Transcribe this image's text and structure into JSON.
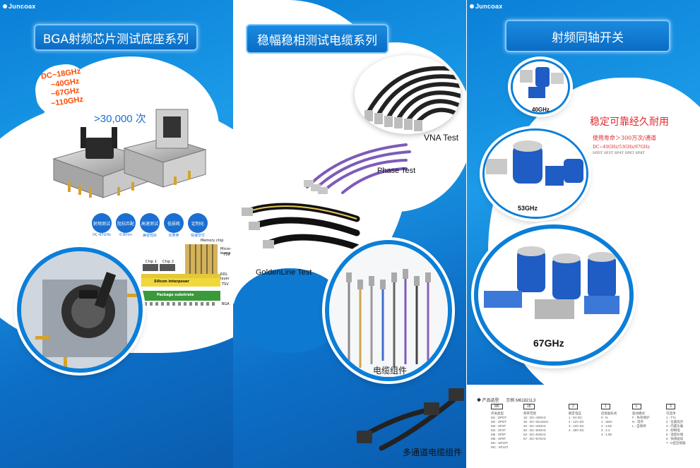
{
  "brand": "Juncoax",
  "panel1": {
    "title": "BGA射频芯片测试底座系列",
    "freq_lines": [
      "DC~18GHz",
      "~40GHz",
      "~67GHz",
      "~110GHz"
    ],
    "cycles": ">30,000 次",
    "tags": [
      {
        "label": "射频测试",
        "sub": "DC-67GHz"
      },
      {
        "label": "阻抗匹配",
        "sub": "0.8mm"
      },
      {
        "label": "高速测试",
        "sub": "兼容性好"
      },
      {
        "label": "低损耗",
        "sub": "长寿命"
      },
      {
        "label": "定制化",
        "sub": "快速交付"
      }
    ],
    "diagram": {
      "memory_chip": "Memory chip",
      "micro_bump": "Micro-bump",
      "tsv1": "TSV",
      "chip1": "Chip 1",
      "chip2": "Chip 2",
      "rdl_layer": "RDL layer",
      "silicon_interposer": "Silicon interposer",
      "tsv2": "TSV",
      "package_substrate": "Package substrate",
      "bga": "BGA"
    }
  },
  "panel2": {
    "title": "稳幅稳相测试电缆系列",
    "vna_test": "VNA Test",
    "phase_test": "Phase Test",
    "goldenline_test": "GoldenLine Test",
    "cable_assembly": "电缆组件",
    "multichannel": "多通道电缆组件"
  },
  "panel3": {
    "title": "射频同轴开关",
    "freq_40": "40GHz",
    "freq_53": "53GHz",
    "freq_67": "67GHz",
    "slogan": "稳定可靠经久耐用",
    "lifetime": "使用寿命＞300万次/通道",
    "spec_line1": "DC~40GHz/53GHz/67GHz",
    "spec_line2": "SPDT SP3T SP4T SP6T SP8T",
    "selection": {
      "title": "◆ 产品选型",
      "example_label": "示例",
      "example": "M61821L3",
      "columns": [
        {
          "head": "M6",
          "caption": "开关类型",
          "lines": [
            "M1 : DPDT",
            "M2 : SPDT",
            "M3 : SP3T",
            "M4 : SP4T",
            "M6 : SP6T",
            "M8 : SP8T",
            "MA : SP10T",
            "MC : SP12T"
          ]
        },
        {
          "head": "18",
          "caption": "频率范围",
          "lines": [
            "18 : DC~18GHz",
            "26 : DC~26.5GHz",
            "40 : DC~40GHz",
            "50 : DC~50GHz",
            "53 : DC~53GHz",
            "67 : DC~67GHz"
          ]
        },
        {
          "head": "2",
          "caption": "额定电压",
          "lines": [
            "1 : 5V DC",
            "2 : 12V DC",
            "3 : 24V DC",
            "4 : 28V DC"
          ]
        },
        {
          "head": "1",
          "caption": "连接器形式",
          "lines": [
            "0 : N",
            "1 : SMA",
            "2 : 2.92",
            "3 : 2.4",
            "4 : 1.85"
          ]
        },
        {
          "head": "L",
          "caption": "驱动模式",
          "lines": [
            "F : 失效保护",
            "N : 常开",
            "L : 自保持"
          ]
        },
        {
          "head": "3",
          "caption": "可选项",
          "lines": [
            "1 : TTL",
            "2 : 位置指示",
            "3 : 内置负载",
            "4 : 抑制电",
            "5 : 温度补偿",
            "6 : 快速驱动",
            "7 : D型连接器"
          ]
        }
      ]
    }
  }
}
